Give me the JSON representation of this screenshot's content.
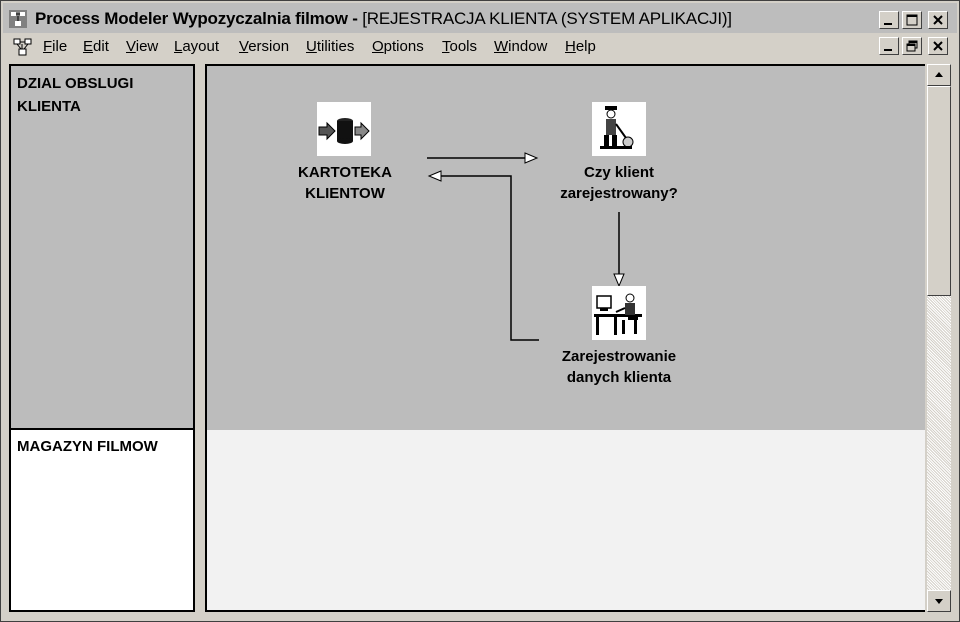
{
  "titlebar": {
    "app_title": "Process Modeler Wypozyczalnia filmow - ",
    "doc_title": "[REJESTRACJA KLIENTA (SYSTEM APLIKACJI)]"
  },
  "menu": {
    "items": [
      {
        "first": "F",
        "rest": "ile"
      },
      {
        "first": "E",
        "rest": "dit"
      },
      {
        "first": "V",
        "rest": "iew"
      },
      {
        "first": "L",
        "rest": "ayout"
      },
      {
        "first": "V",
        "rest": "ersion"
      },
      {
        "first": "U",
        "rest": "tilities"
      },
      {
        "first": "O",
        "rest": "ptions"
      },
      {
        "first": "T",
        "rest": "ools"
      },
      {
        "first": "W",
        "rest": "indow"
      },
      {
        "first": "H",
        "rest": "elp"
      }
    ]
  },
  "lanes": {
    "top": {
      "line1": "DZIAL OBSLUGI",
      "line2": "KLIENTA"
    },
    "bottom": {
      "label": "MAGAZYN FILMOW"
    }
  },
  "nodes": {
    "datastore": {
      "line1": "KARTOTEKA",
      "line2": "KLIENTOW",
      "icon": "datastore-icon"
    },
    "decision": {
      "line1": "Czy klient",
      "line2": "zarejestrowany?",
      "icon": "worker-icon"
    },
    "process": {
      "line1": "Zarejestrowanie",
      "line2": "danych klienta",
      "icon": "computer-user-icon"
    }
  }
}
